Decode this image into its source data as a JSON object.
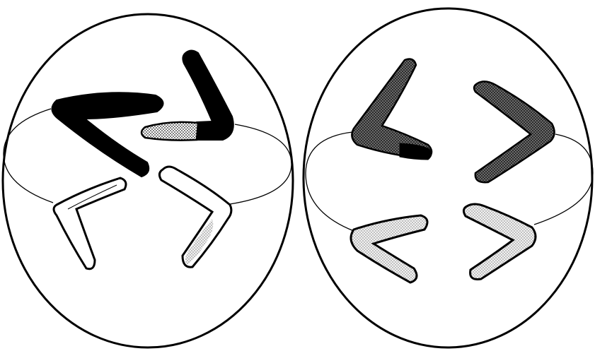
{
  "diagram": {
    "kind": "meiosis-cells",
    "colors": {
      "background": "#ffffff",
      "outline": "#000000",
      "black_fill": "#000000",
      "dark_dotted": "#3a3a3a",
      "light_dotted": "#cfcfcf",
      "white_fill": "#ffffff"
    },
    "cells": [
      {
        "name": "left-cell",
        "chromosomes": [
          {
            "name": "chromosome-black-1",
            "pattern": "solid-black"
          },
          {
            "name": "chromosome-black-2",
            "pattern": "black-with-dotted-arm"
          },
          {
            "name": "chromosome-white-1",
            "pattern": "white"
          },
          {
            "name": "chromosome-white-2",
            "pattern": "white-with-dotted-tip"
          }
        ]
      },
      {
        "name": "right-cell",
        "chromosomes": [
          {
            "name": "chromosome-dark-1",
            "pattern": "dark-dotted-with-black-tip"
          },
          {
            "name": "chromosome-dark-2",
            "pattern": "dark-dotted"
          },
          {
            "name": "chromosome-light-1",
            "pattern": "light-dotted"
          },
          {
            "name": "chromosome-light-2",
            "pattern": "light-dotted"
          }
        ]
      }
    ]
  }
}
